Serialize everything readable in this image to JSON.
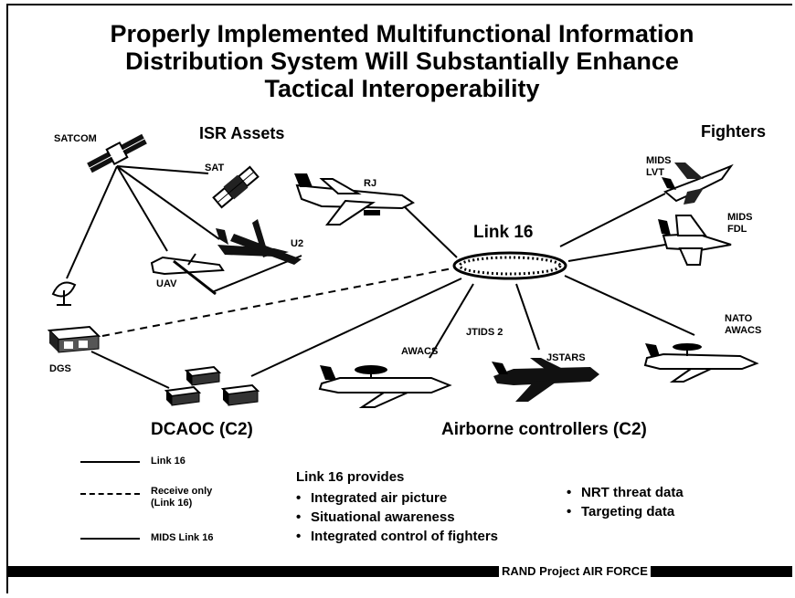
{
  "title": {
    "line1": "Properly Implemented Multifunctional Information",
    "line2": "Distribution System Will Substantially Enhance",
    "line3": "Tactical Interoperability"
  },
  "groups": {
    "isr": "ISR Assets",
    "fighters": "Fighters",
    "dcaoc": "DCAOC (C2)",
    "airborne": "Airborne controllers (C2)",
    "hub": "Link 16"
  },
  "nodes": {
    "satcom": "SATCOM",
    "sat": "SAT",
    "rj": "RJ",
    "uav": "UAV",
    "u2": "U2",
    "mids_lvt": [
      "MIDS",
      "LVT"
    ],
    "mids_fdl": [
      "MIDS",
      "FDL"
    ],
    "nato_awacs": [
      "NATO",
      "AWACS"
    ],
    "dgs": "DGS",
    "awacs": "AWACS",
    "jtids": "JTIDS 2",
    "jstars": "JSTARS"
  },
  "legend": {
    "link16": "Link 16",
    "receive_only": [
      "Receive only",
      "(Link 16)"
    ],
    "mids_link16": "MIDS Link 16"
  },
  "provides": {
    "heading": "Link 16 provides",
    "col1": [
      "Integrated air picture",
      "Situational awareness",
      "Integrated control of fighters"
    ],
    "col2": [
      "NRT threat data",
      "Targeting data"
    ]
  },
  "footer": "RAND Project AIR FORCE"
}
